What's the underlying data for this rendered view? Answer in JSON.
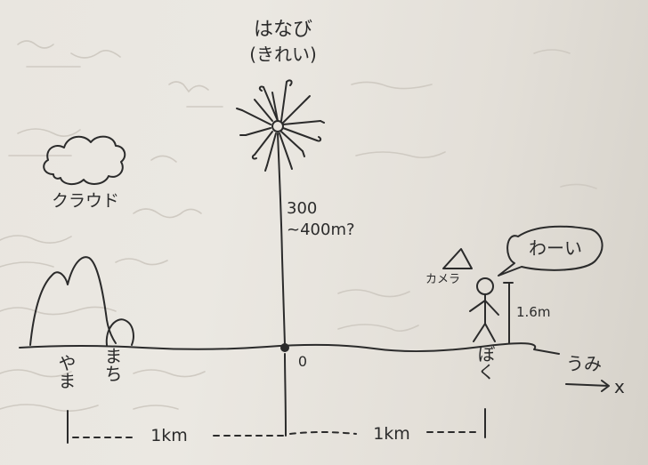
{
  "diagram": {
    "firework_label": "はなび",
    "firework_note": "(きれい)",
    "cloud_label": "クラウド",
    "height_label_line1": "300",
    "height_label_line2": "~400m?",
    "speech_text": "わーい",
    "camera_label": "カメラ",
    "person_height": "1.6m",
    "origin_label": "0",
    "sea_label": "うみ",
    "axis_label": "x",
    "mountain_label": "やま",
    "town_label": "まち",
    "person_label": "ぼく",
    "distance_left": "1km",
    "distance_right": "1km"
  },
  "colors": {
    "ink": "#2b2b2b",
    "paper": "#e9e6e0",
    "show_through": "#cfcac2"
  }
}
